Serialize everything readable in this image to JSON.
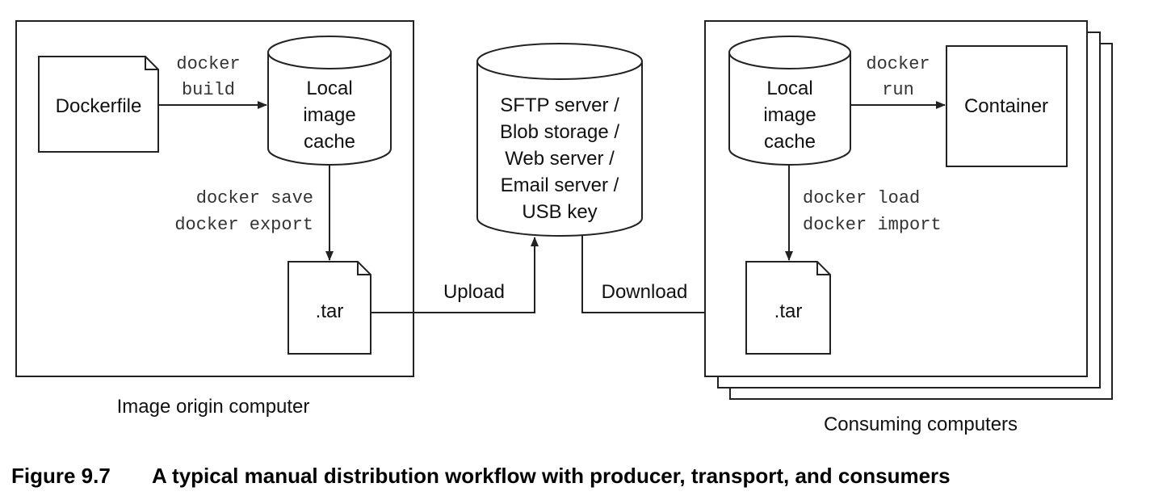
{
  "origin": {
    "label": "Image origin computer",
    "dockerfile": "Dockerfile",
    "build_cmd": [
      "docker",
      "build"
    ],
    "cache": [
      "Local",
      "image",
      "cache"
    ],
    "save_cmds": [
      "docker save",
      "docker export"
    ],
    "tar": ".tar"
  },
  "transport": {
    "label_lines": [
      "SFTP server /",
      "Blob storage /",
      "Web server /",
      "Email server /",
      "USB key"
    ],
    "upload": "Upload",
    "download": "Download"
  },
  "consumer": {
    "label": "Consuming computers",
    "cache": [
      "Local",
      "image",
      "cache"
    ],
    "run_cmd": [
      "docker",
      "run"
    ],
    "container": "Container",
    "load_cmds": [
      "docker load",
      "docker import"
    ],
    "tar": ".tar"
  },
  "caption": {
    "figure": "Figure 9.7",
    "text": "A typical manual distribution workflow with producer, transport, and consumers"
  }
}
